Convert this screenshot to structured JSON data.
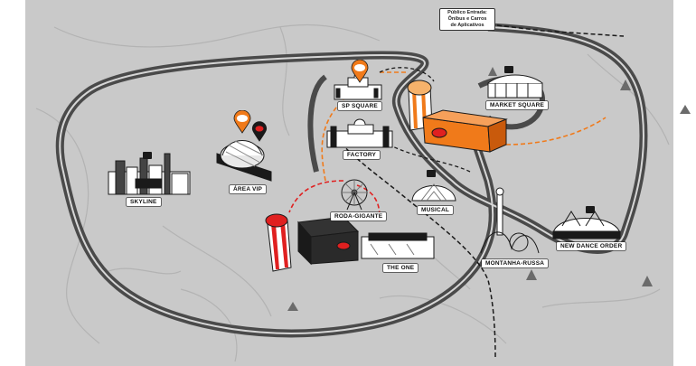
{
  "map": {
    "entrance": {
      "lines": [
        "Público Entrada:",
        "Ônibus e Carros",
        "de Aplicativos"
      ]
    },
    "attractions": [
      {
        "id": "skyline",
        "label": "SKYLINE"
      },
      {
        "id": "area-vip",
        "label": "ÁREA VIP"
      },
      {
        "id": "sp-square",
        "label": "SP SQUARE"
      },
      {
        "id": "market-square",
        "label": "MARKET SQUARE"
      },
      {
        "id": "factory",
        "label": "FACTORY"
      },
      {
        "id": "roda-gigante",
        "label": "RODA-GIGANTE"
      },
      {
        "id": "musical",
        "label": "MUSICAL"
      },
      {
        "id": "the-one",
        "label": "THE ONE"
      },
      {
        "id": "montanha-russa",
        "label": "MONTANHA-RUSSA"
      },
      {
        "id": "new-dance-order",
        "label": "NEW DANCE ORDER"
      }
    ],
    "colors": {
      "background": "#c9c9c9",
      "track": "#4a4a4a",
      "path_orange": "#f07a1a",
      "path_red": "#e02020",
      "pin_orange": "#f07a1a",
      "pin_black": "#1a1a1a"
    }
  }
}
